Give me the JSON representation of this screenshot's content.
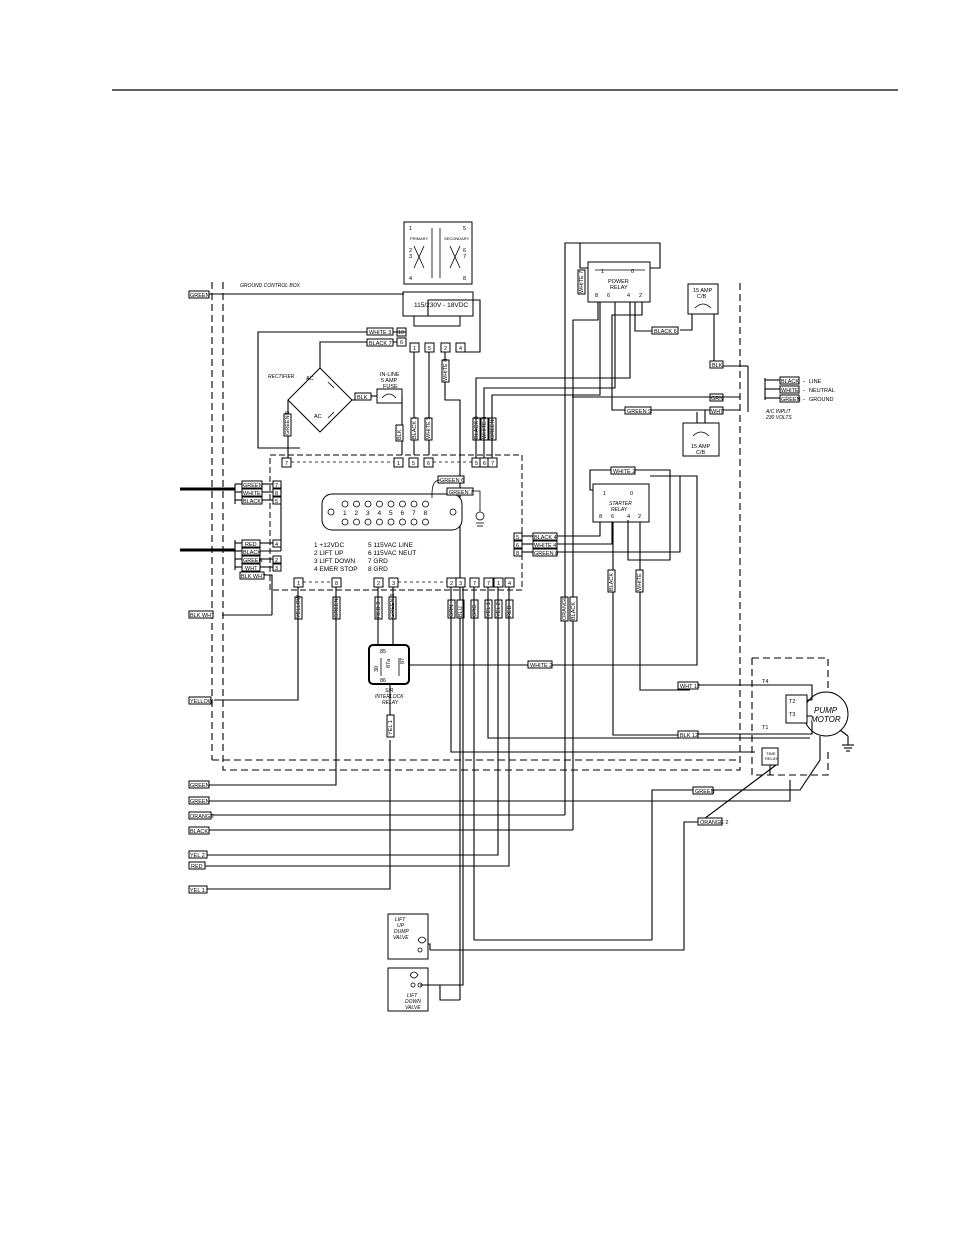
{
  "box_title": "GROUND CONTROL BOX",
  "transformer": {
    "label": "115/230V - 18VDC",
    "primary": "PRIMARY",
    "secondary": "SECONDARY",
    "pins": [
      "1",
      "2",
      "3",
      "4",
      "5",
      "6",
      "7",
      "8"
    ]
  },
  "rectifier": {
    "label": "RECTIFIER",
    "ac": "AC"
  },
  "fuse": {
    "l1": "IN-LINE",
    "l2": "5 AMP",
    "l3": "FUSE"
  },
  "power_relay": {
    "l1": "POWER",
    "l2": "RELAY",
    "pins": [
      "1",
      "0",
      "8",
      "6",
      "4",
      "2"
    ]
  },
  "starter_relay": {
    "l1": "STARTER",
    "l2": "RELAY",
    "pins": [
      "1",
      "0",
      "8",
      "6",
      "4",
      "2"
    ]
  },
  "breaker_top": {
    "l1": "15 AMP",
    "l2": "C/B"
  },
  "breaker_bottom": {
    "l1": "15 AMP",
    "l2": "C/B"
  },
  "ac_input": {
    "line": "LINE",
    "neutral": "NEUTRAL",
    "ground": "GROUND",
    "t1": "A/C INPUT",
    "t2": "230 VOLTS"
  },
  "legend": {
    "l1": "1  +12VDC",
    "l2": "2  LIFT UP",
    "l3": "3  LIFT DOWN",
    "l4": "4  EMER STOP",
    "l5": "5  115VAC LINE",
    "l6": "6  115VAC NEUT",
    "l7": "7  GRD",
    "l8": "8  GRD"
  },
  "interlock": {
    "l1": "S/R",
    "l2": "INTERLOCK",
    "l3": "RELAY",
    "p85": "85",
    "p86": "86",
    "p87": "87",
    "p87a": "87a",
    "p30": "30"
  },
  "pump_motor": {
    "l1": "PUMP",
    "l2": "MOTOR",
    "t1": "T1",
    "t2": "T2",
    "t3": "T3",
    "t4": "T4"
  },
  "time_relay": {
    "l1": "TIME",
    "l2": "RELAY"
  },
  "valve_up": {
    "l1": "LIFT",
    "l2": "UP",
    "l3": "DUMP",
    "l4": "VALVE"
  },
  "valve_down": {
    "l1": "LIFT",
    "l2": "DOWN",
    "l3": "VALVE"
  },
  "wire_labels": {
    "green_top": "GREEN",
    "white_3": "WHITE 3",
    "black_7": "BLACK 7",
    "blk": "BLK",
    "green_5": "GREEN 5",
    "white_8": "WHITE 8",
    "black_1": "BLACK 1",
    "white_5": "WHITE 5",
    "black_3": "BLACK 3",
    "white_3v": "WHITE 3",
    "green_v": "GREEN",
    "white_7": "WHITE 7",
    "black_6": "BLACK 6",
    "blk_right": "BLK",
    "black_ac": "BLACK",
    "white_ac": "WHITE",
    "green_ac": "GREEN",
    "grn": "GRN",
    "wht": "WHT",
    "green_9": "GREEN 9",
    "green_l": "GREEN",
    "white_l": "WHITE",
    "black_l": "BLACK",
    "red_l": "RED",
    "black_l2": "BLACK",
    "green_l2": "GREEN",
    "wht_l": "WHT",
    "blk_wht": "BLK WHT",
    "green_6": "GREEN 6",
    "green_7": "GREEN 7",
    "white_2_top": "WHITE 2",
    "black_4": "BLACK 4",
    "white_4": "WHITE 4",
    "green_8": "GREEN 8",
    "blk_wht_ext": "BLK WHT",
    "yellow_v": "YELLOW",
    "green_v2": "GREEN",
    "red_3": "RED 3",
    "green_3": "GREEN 3",
    "grn_v": "GRN",
    "blu_v": "BLU",
    "org_v": "ORG",
    "yel_1v": "YEL 1",
    "yel_2v": "YEL 2",
    "red_v": "RED",
    "orange_v": "ORANGE",
    "black_v": "BLACK",
    "black_v2": "BLACK",
    "white_v": "WHITE",
    "white_2": "WHITE 2",
    "wht_12": "WHT 12",
    "blk_12": "BLK 12",
    "yellow": "YELLOW",
    "yel_1": "YEL 1",
    "green_b1": "GREEN",
    "green_b2": "GREEN",
    "orange": "ORANGE",
    "black_b": "BLACK",
    "yel_2": "YEL 2",
    "red": "RED",
    "yel_1b": "YEL 1",
    "green_m": "GREEN",
    "orange_2": "ORANGE 2"
  },
  "terminals": {
    "t1": "1",
    "t5": "5",
    "t6": "6",
    "t7": "7",
    "t5b": "5",
    "t6b": "6",
    "t7b": "7",
    "t7l": "7",
    "t8l": "8",
    "t5l": "5",
    "t4l": "4",
    "t2l": "2",
    "t3l": "3",
    "t5r": "5",
    "t6r": "6",
    "t8r": "8",
    "b1": "1",
    "b8": "8",
    "b2": "2",
    "b3": "3",
    "b2b": "2",
    "b3b": "3",
    "b7": "7",
    "b1b": "1",
    "b4": "4",
    "x10": "10",
    "x6": "6",
    "x1": "1",
    "x5": "5",
    "x2": "2",
    "x4": "4"
  },
  "connector_pins": [
    "1",
    "2",
    "3",
    "4",
    "5",
    "6",
    "7",
    "8"
  ]
}
